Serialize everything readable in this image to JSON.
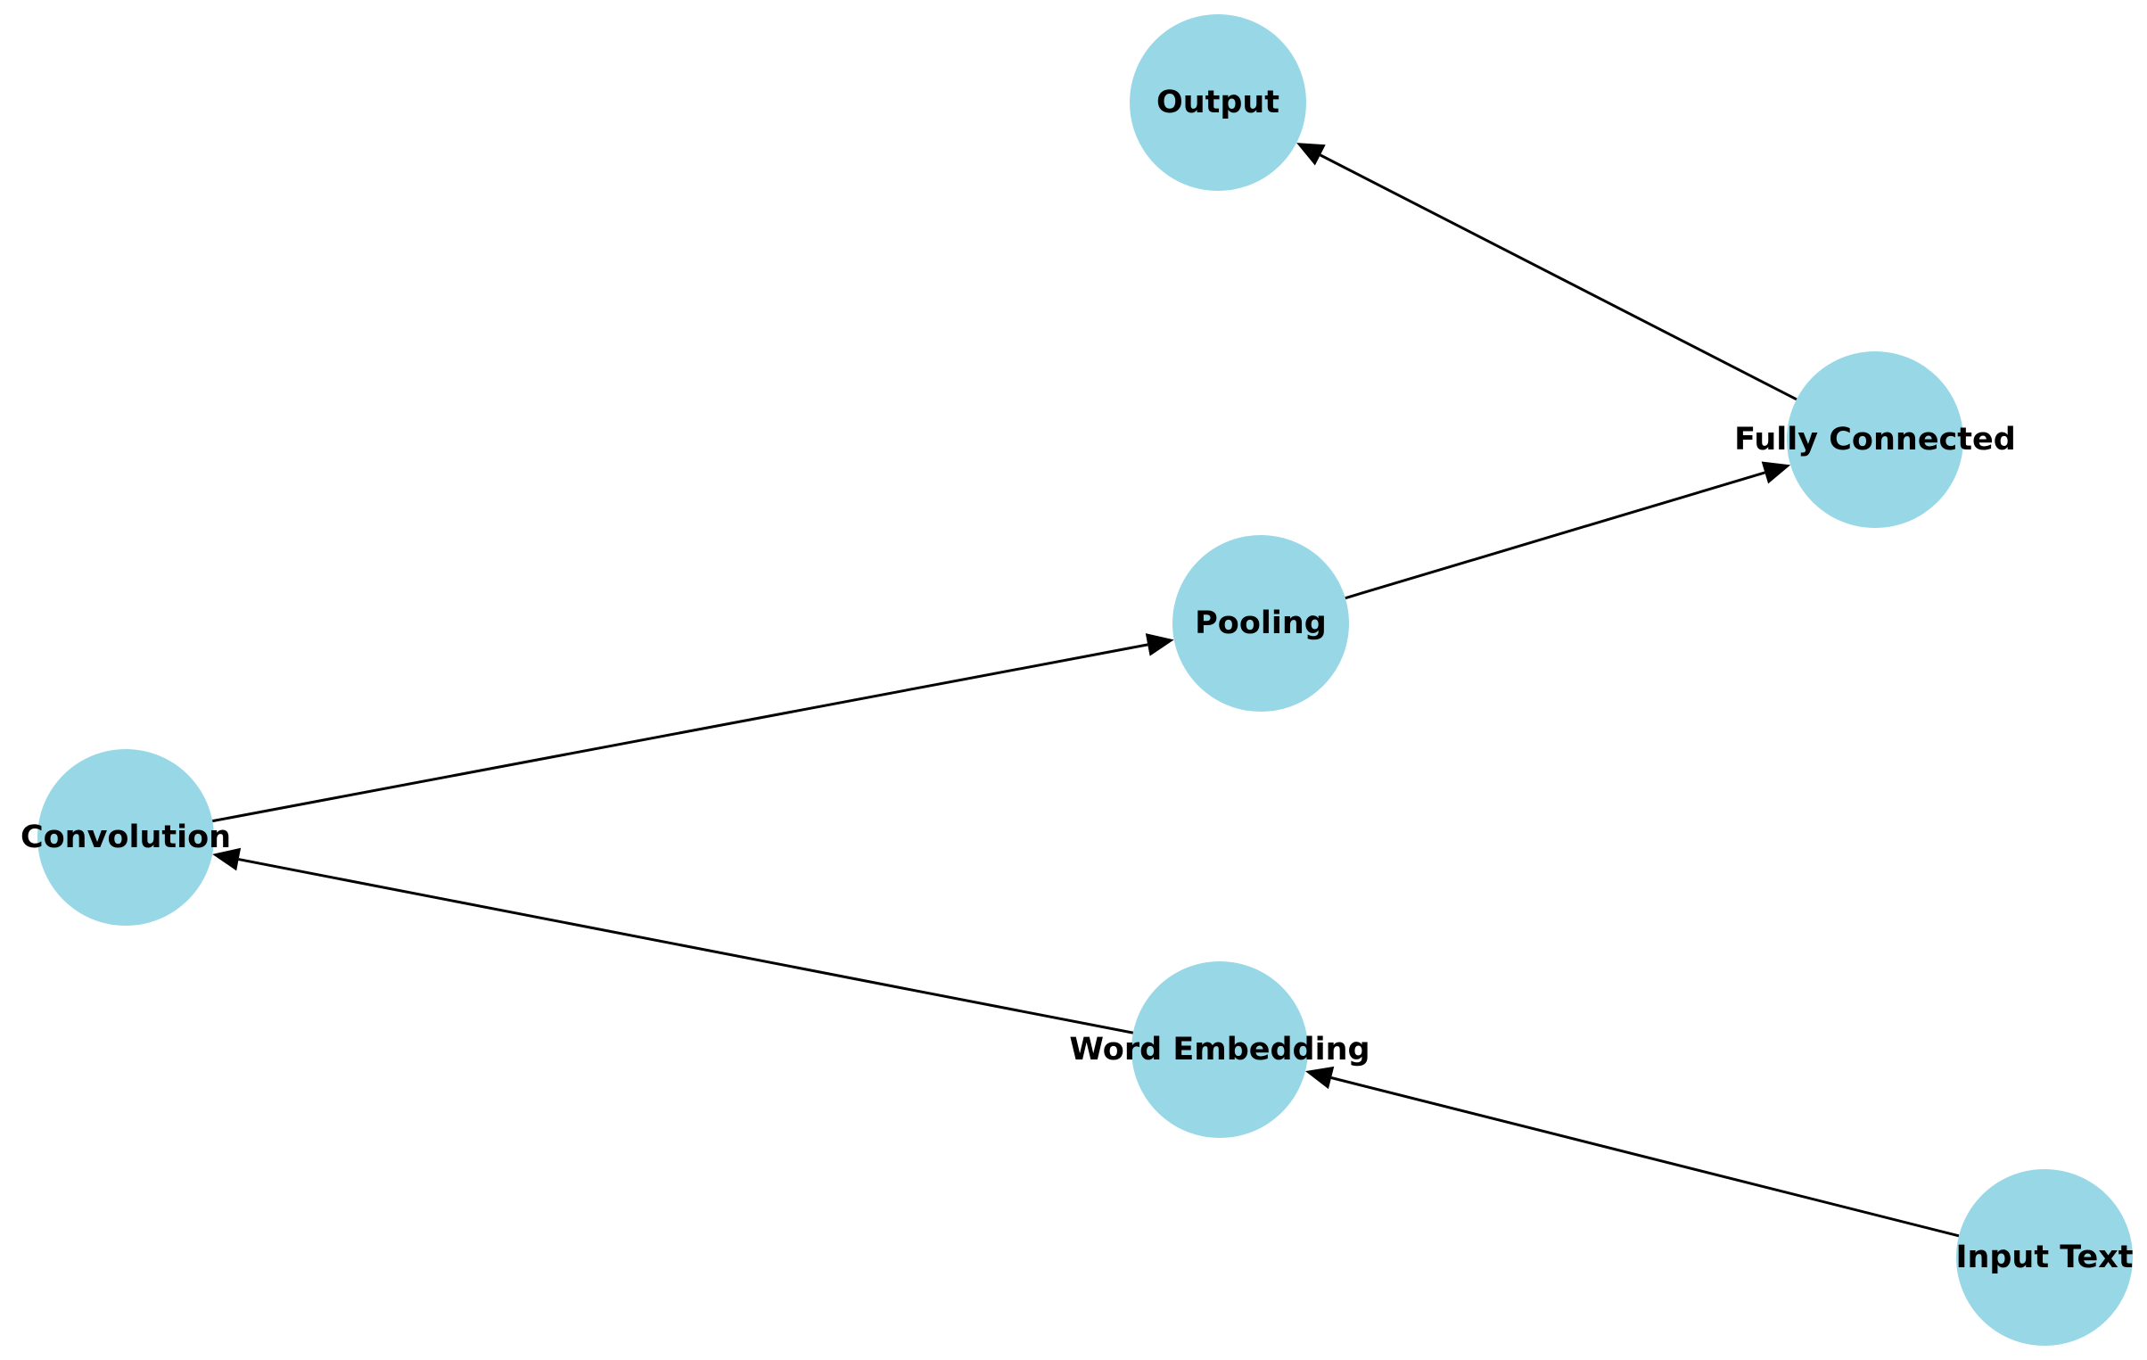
{
  "colors": {
    "node_fill": "#98d8e6",
    "edge": "#000000",
    "background": "#ffffff"
  },
  "nodes": [
    {
      "id": "output",
      "label": "Output"
    },
    {
      "id": "fully_connected",
      "label": "Fully Connected"
    },
    {
      "id": "pooling",
      "label": "Pooling"
    },
    {
      "id": "convolution",
      "label": "Convolution"
    },
    {
      "id": "word_embedding",
      "label": "Word Embedding"
    },
    {
      "id": "input_text",
      "label": "Input Text"
    }
  ],
  "edges": [
    {
      "from": "input_text",
      "to": "word_embedding"
    },
    {
      "from": "word_embedding",
      "to": "convolution"
    },
    {
      "from": "convolution",
      "to": "pooling"
    },
    {
      "from": "pooling",
      "to": "fully_connected"
    },
    {
      "from": "fully_connected",
      "to": "output"
    }
  ]
}
